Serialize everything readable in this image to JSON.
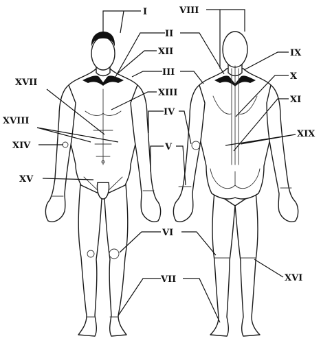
{
  "labels": {
    "I": "I",
    "II": "II",
    "III": "III",
    "IV": "IV",
    "V": "V",
    "VI": "VI",
    "VII": "VII",
    "VIII": "VIII",
    "IX": "IX",
    "X": "X",
    "XI": "XI",
    "XII": "XII",
    "XIII": "XIII",
    "XIV": "XIV",
    "XV": "XV",
    "XVI": "XVI",
    "XVII": "XVII",
    "XVIII": "XVIII",
    "XIX": "XIX"
  }
}
